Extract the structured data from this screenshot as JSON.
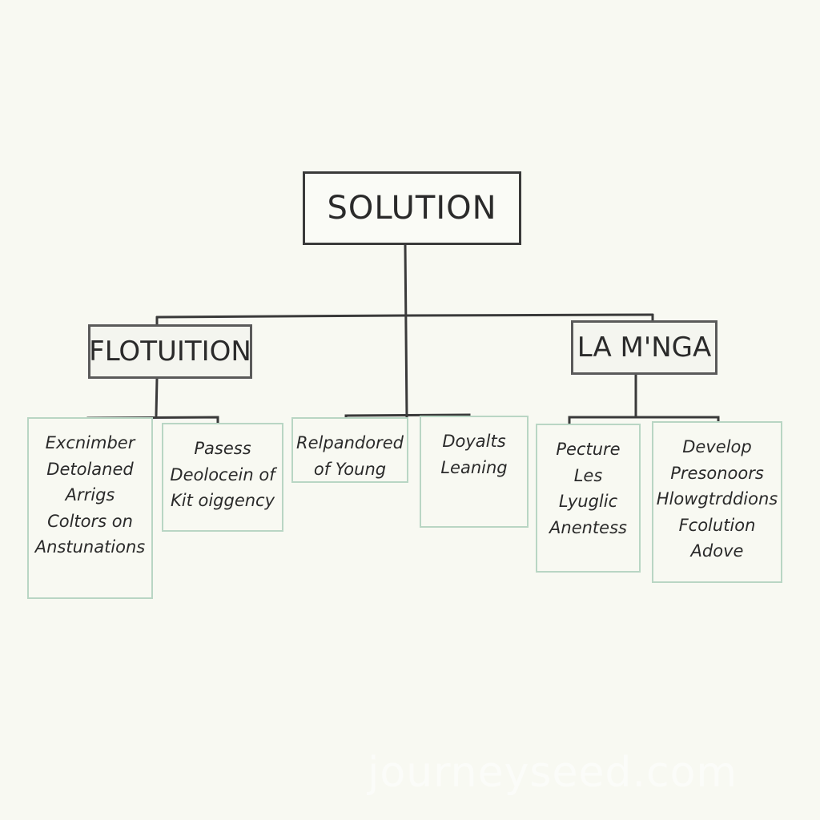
{
  "diagram": {
    "root": {
      "label": "SOLUTION"
    },
    "branches": [
      {
        "label": "FLOTUITION",
        "children": [
          {
            "lines": [
              "Excnimber",
              "Detolaned",
              "Arrigs",
              "Coltors on",
              "Anstunations"
            ]
          },
          {
            "lines": [
              "Pasess",
              "Deolocein of",
              "Kit oiggency"
            ]
          }
        ]
      },
      {
        "label": "",
        "children": [
          {
            "lines": [
              "Relpandored",
              "of Young"
            ]
          },
          {
            "lines": [
              "Doyalts",
              "Leaning"
            ]
          }
        ]
      },
      {
        "label": "LA M'NGA",
        "children": [
          {
            "lines": [
              "Pecture",
              "Les",
              "Lyuglic",
              "Anentess"
            ]
          },
          {
            "lines": [
              "Develop",
              "Presonoors",
              "Hlowgtrddions",
              "Fcolution",
              "Adove"
            ]
          }
        ]
      }
    ]
  },
  "watermark": "journeyseed.com",
  "colors": {
    "background": "#f8f9f2",
    "line": "#3a3a3a",
    "leaf_border": "#b9d6c4"
  }
}
